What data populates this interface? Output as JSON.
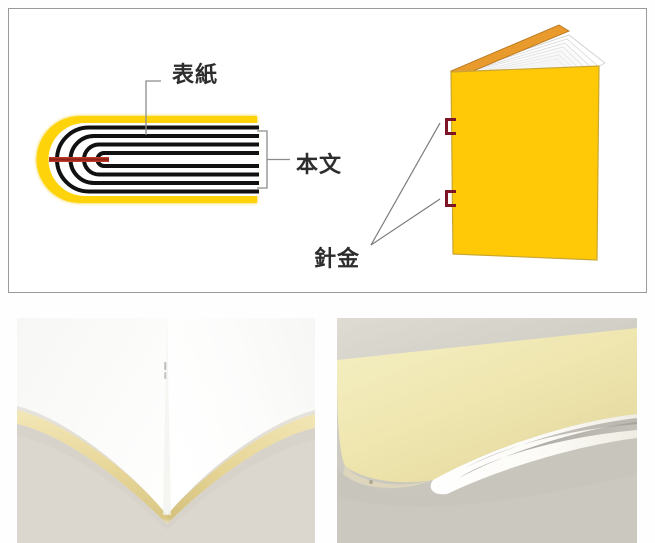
{
  "page": {
    "title": "Saddle-stitch binding (中綴じ) explanatory figure",
    "background_color": "#ffffff"
  },
  "diagram": {
    "panel_border_color": "#9a9a9a",
    "panel_background": "#ffffff",
    "labels": {
      "cover": "表紙",
      "body_text": "本文",
      "wire_staple": "針金"
    },
    "colors": {
      "cover_yellow": "#FFC907",
      "cover_yellow_light": "#F5D21E",
      "cover_orange": "#E89A2C",
      "page_black": "#111111",
      "page_white": "#FFFFFF",
      "staple_red": "#7D1526",
      "staple_red_bright": "#C0392B",
      "leader_line": "#8c8c8c",
      "label_text": "#2D2D2D"
    },
    "cross_section": {
      "description": "folded signature cross-section: yellow cover wrapping four black/white inner sheets, red staple through the fold",
      "inner_sheet_count": 4,
      "staple_orientation": "horizontal-through-spine"
    },
    "open_book": {
      "description": "three-quarter view of an open saddle-stitched booklet with yellow cover and fanned white pages",
      "cover_face_color": "#FFC907",
      "raised_cover_color": "#E89A2C",
      "fanned_page_count": 7
    },
    "staple_markers": {
      "count": 2,
      "glyph": "bracket-left",
      "color": "#7D1526"
    }
  },
  "photos": [
    {
      "name": "open-booklet-spine-photo",
      "caption": "",
      "description": "Photograph of an opened saddle-stitched booklet showing the centre fold with a staple and cream-coloured cover stock",
      "colors": {
        "page_white": "#FDFDFB",
        "cover_cream": "#E8D9A0",
        "table_gray": "#D9D6CE",
        "staple_gray": "#9A9A9A"
      }
    },
    {
      "name": "booklet-spine-edge-photo",
      "caption": "",
      "description": "Close-up photograph of the folded spine edge of a booklet with a pale yellow cover resting on a grey surface",
      "colors": {
        "cover_pale_yellow": "#EFE6B4",
        "page_white": "#FCFCFA",
        "surface_gray": "#CFCCC4",
        "shadow_gray": "#9E9B94"
      }
    }
  ]
}
